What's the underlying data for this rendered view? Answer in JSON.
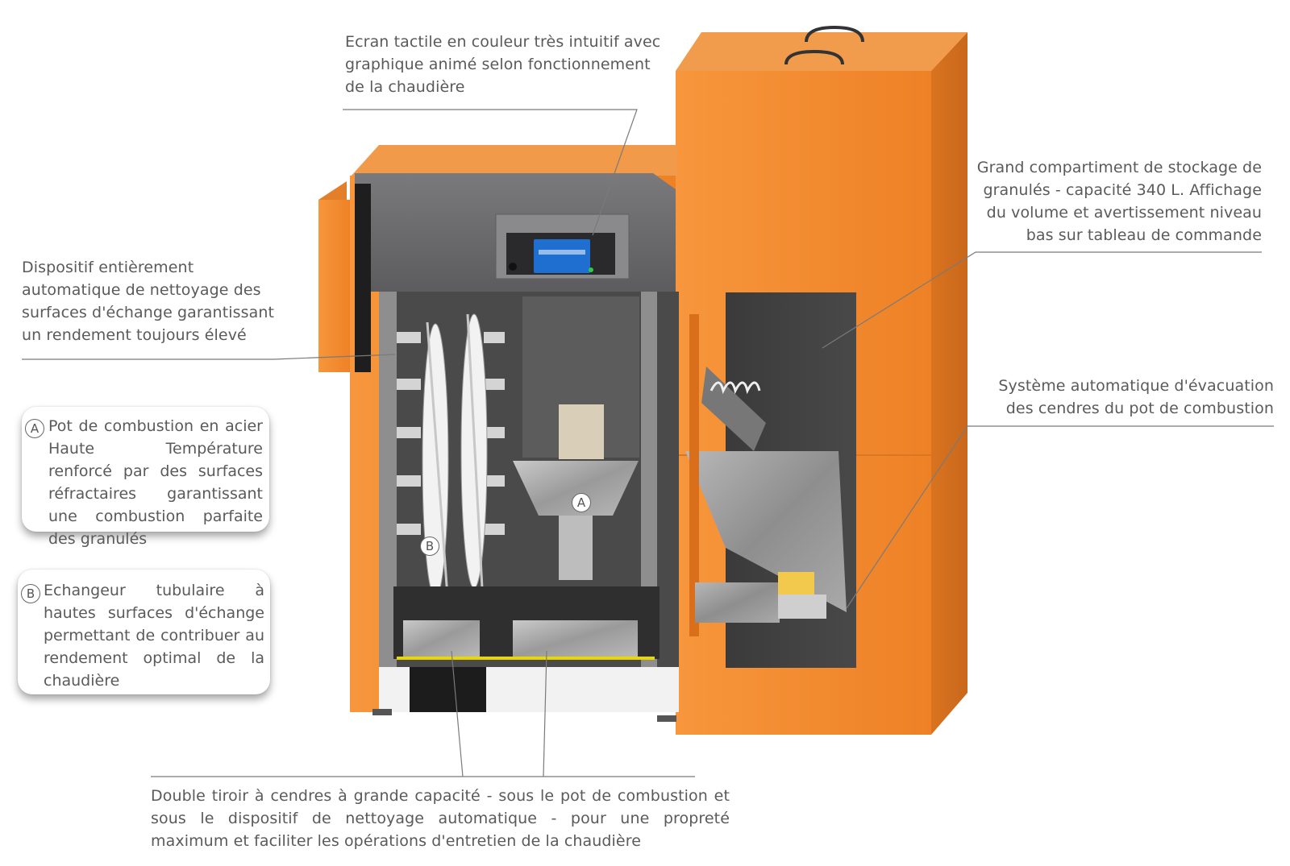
{
  "callouts": {
    "screen": "Ecran tactile en couleur très intuitif avec graphique animé selon fonctionnement de la chaudière",
    "cleaning": "Dispositif entièrement automatique de nettoyage des surfaces d'échange garantissant un rendement toujours élevé",
    "storage": "Grand compartiment de stockage de granulés - capacité 340 L. Affichage du volume et avertissement niveau bas sur tableau de commande",
    "ash_evacuation": "Système automatique d'évacuation des cendres du pot de combustion",
    "drawers": "Double tiroir à cendres à grande capacité - sous le pot de combustion et sous le dispositif de nettoyage automatique - pour une propreté maximum et faciliter les opérations d'entretien de la chaudière"
  },
  "cards": {
    "a": {
      "letter": "A",
      "text": "Pot de combustion en acier Haute Température renforcé par des surfaces réfractaires garantissant une combustion parfaite des granulés"
    },
    "b": {
      "letter": "B",
      "text": "Echangeur tubulaire à hautes surfaces d'échange permettant de contribuer au rendement optimal de la chaudière"
    }
  },
  "markers": {
    "a": "A",
    "b": "B"
  },
  "colors": {
    "body_orange": "#f28c33",
    "panel_grey": "#6e6e70",
    "screen_blue": "#1f6fd1",
    "text": "#5a5a5a"
  }
}
